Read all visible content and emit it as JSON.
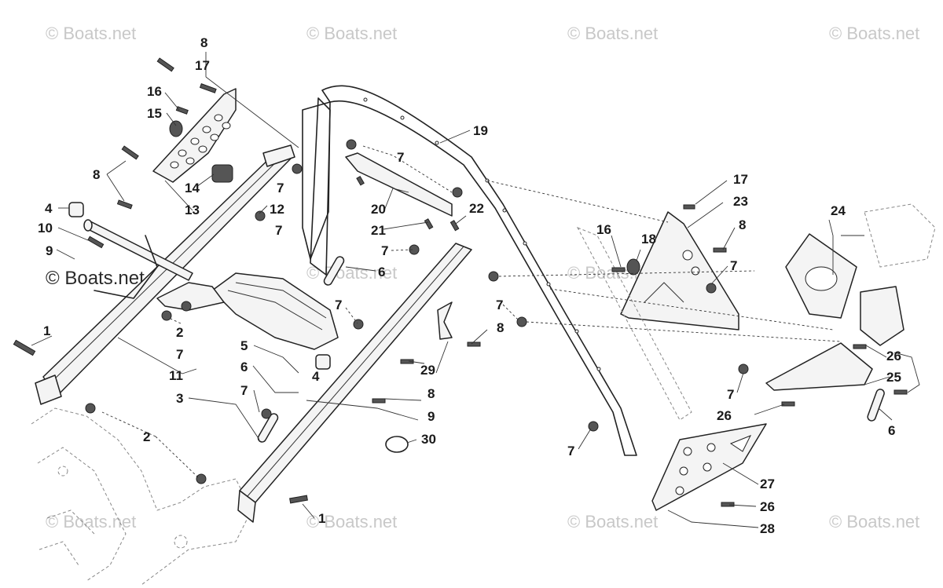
{
  "watermark": "© Boats.net",
  "callouts": {
    "c8a": "8",
    "c17a": "17",
    "c16a": "16",
    "c15": "15",
    "c8b": "8",
    "c14": "14",
    "c13": "13",
    "c7a": "7",
    "c12": "12",
    "c7b": "7",
    "c4a": "4",
    "c10": "10",
    "c9a": "9",
    "c1a": "1",
    "c2a": "2",
    "c7c": "7",
    "c11": "11",
    "c3": "3",
    "c2b": "2",
    "c5": "5",
    "c4b": "4",
    "c6a": "6",
    "c7d": "7",
    "c19": "19",
    "c7e": "7",
    "c20": "20",
    "c22": "22",
    "c21": "21",
    "c7f": "7",
    "c6b": "6",
    "c7g": "7",
    "c7h": "7",
    "c8c": "8",
    "c29": "29",
    "c8d": "8",
    "c9b": "9",
    "c30": "30",
    "c1b": "1",
    "c16b": "16",
    "c18": "18",
    "c17b": "17",
    "c23": "23",
    "c8e": "8",
    "c7i": "7",
    "c24": "24",
    "c26a": "26",
    "c25": "25",
    "c7j": "7",
    "c26b": "26",
    "c6c": "6",
    "c7k": "7",
    "c27": "27",
    "c26c": "26",
    "c28": "28"
  }
}
